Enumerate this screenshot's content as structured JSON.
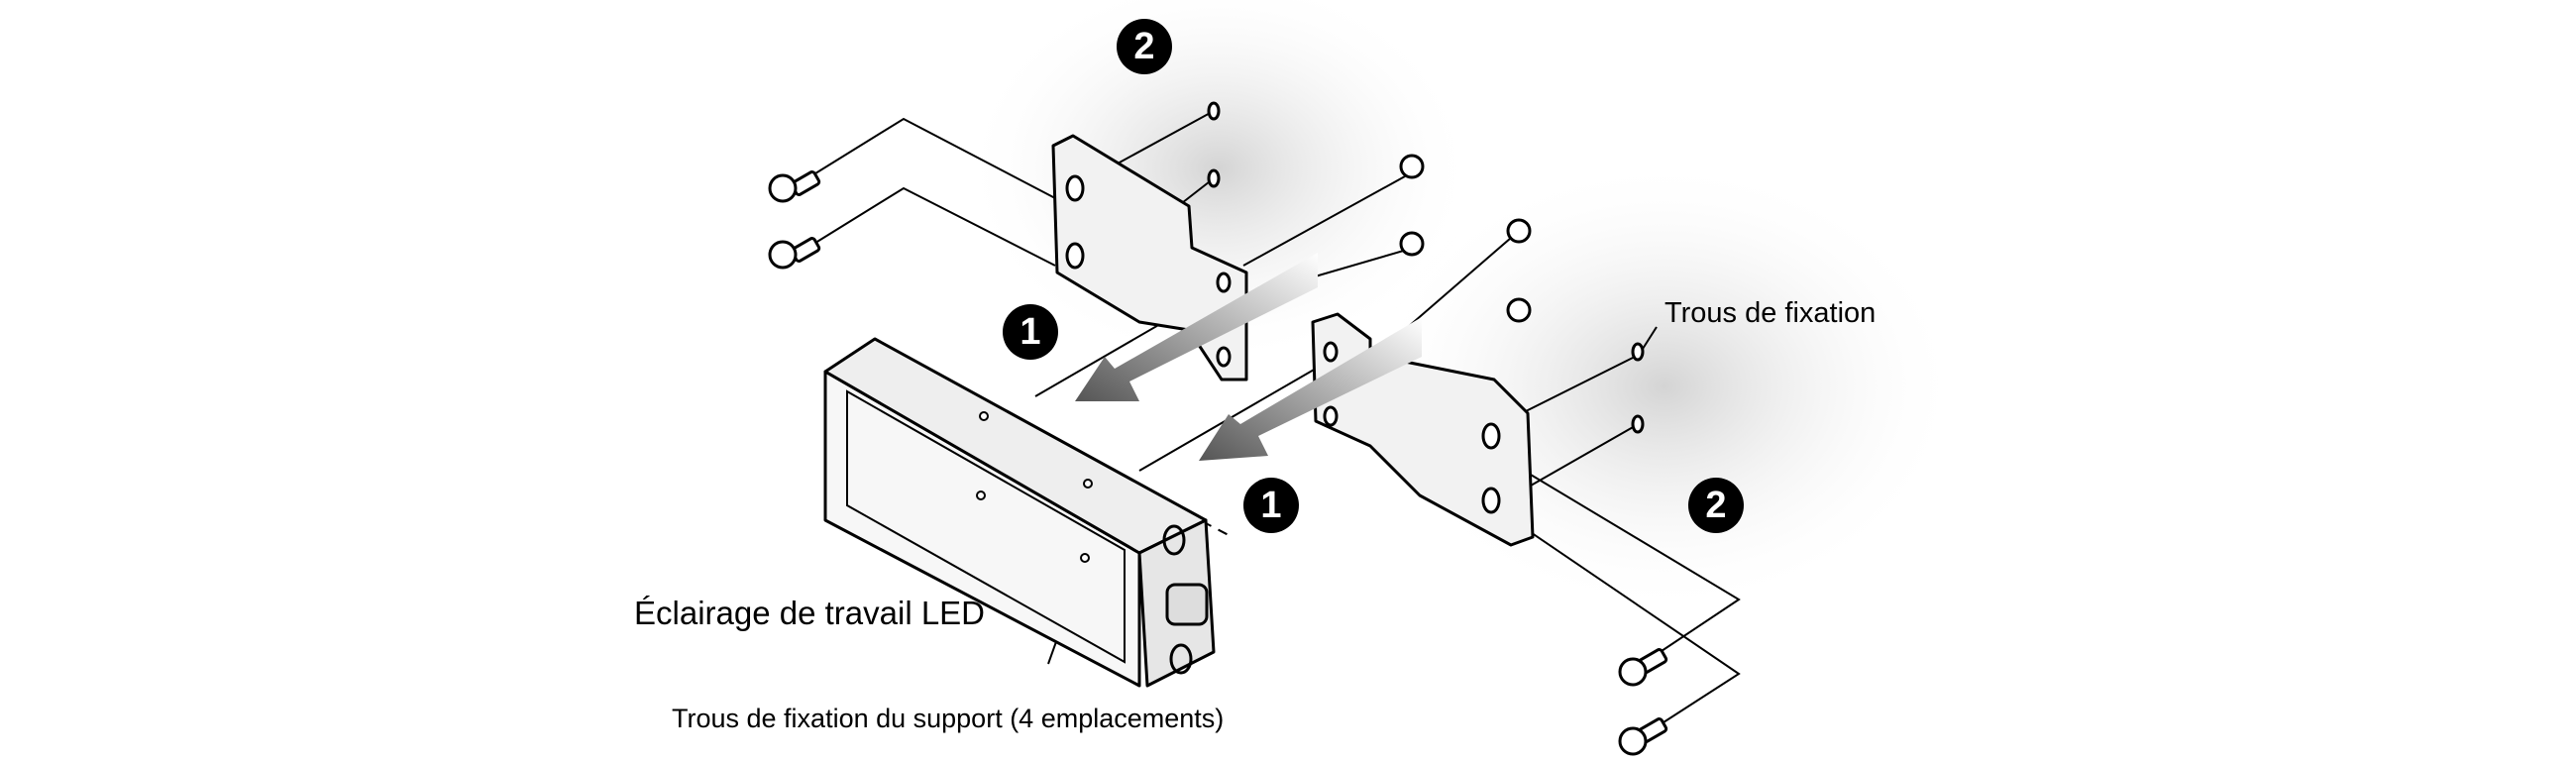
{
  "labels": {
    "mounting_holes": "Trous de fixation",
    "led_work_light": "Éclairage de travail LED",
    "support_holes": "Trous de fixation du support (4 emplacements)"
  },
  "steps": {
    "step1": "1",
    "step2": "2"
  },
  "colors": {
    "badge": "#000000",
    "shadow": "#d8d8d8",
    "part_fill": "#f2f2f2"
  }
}
